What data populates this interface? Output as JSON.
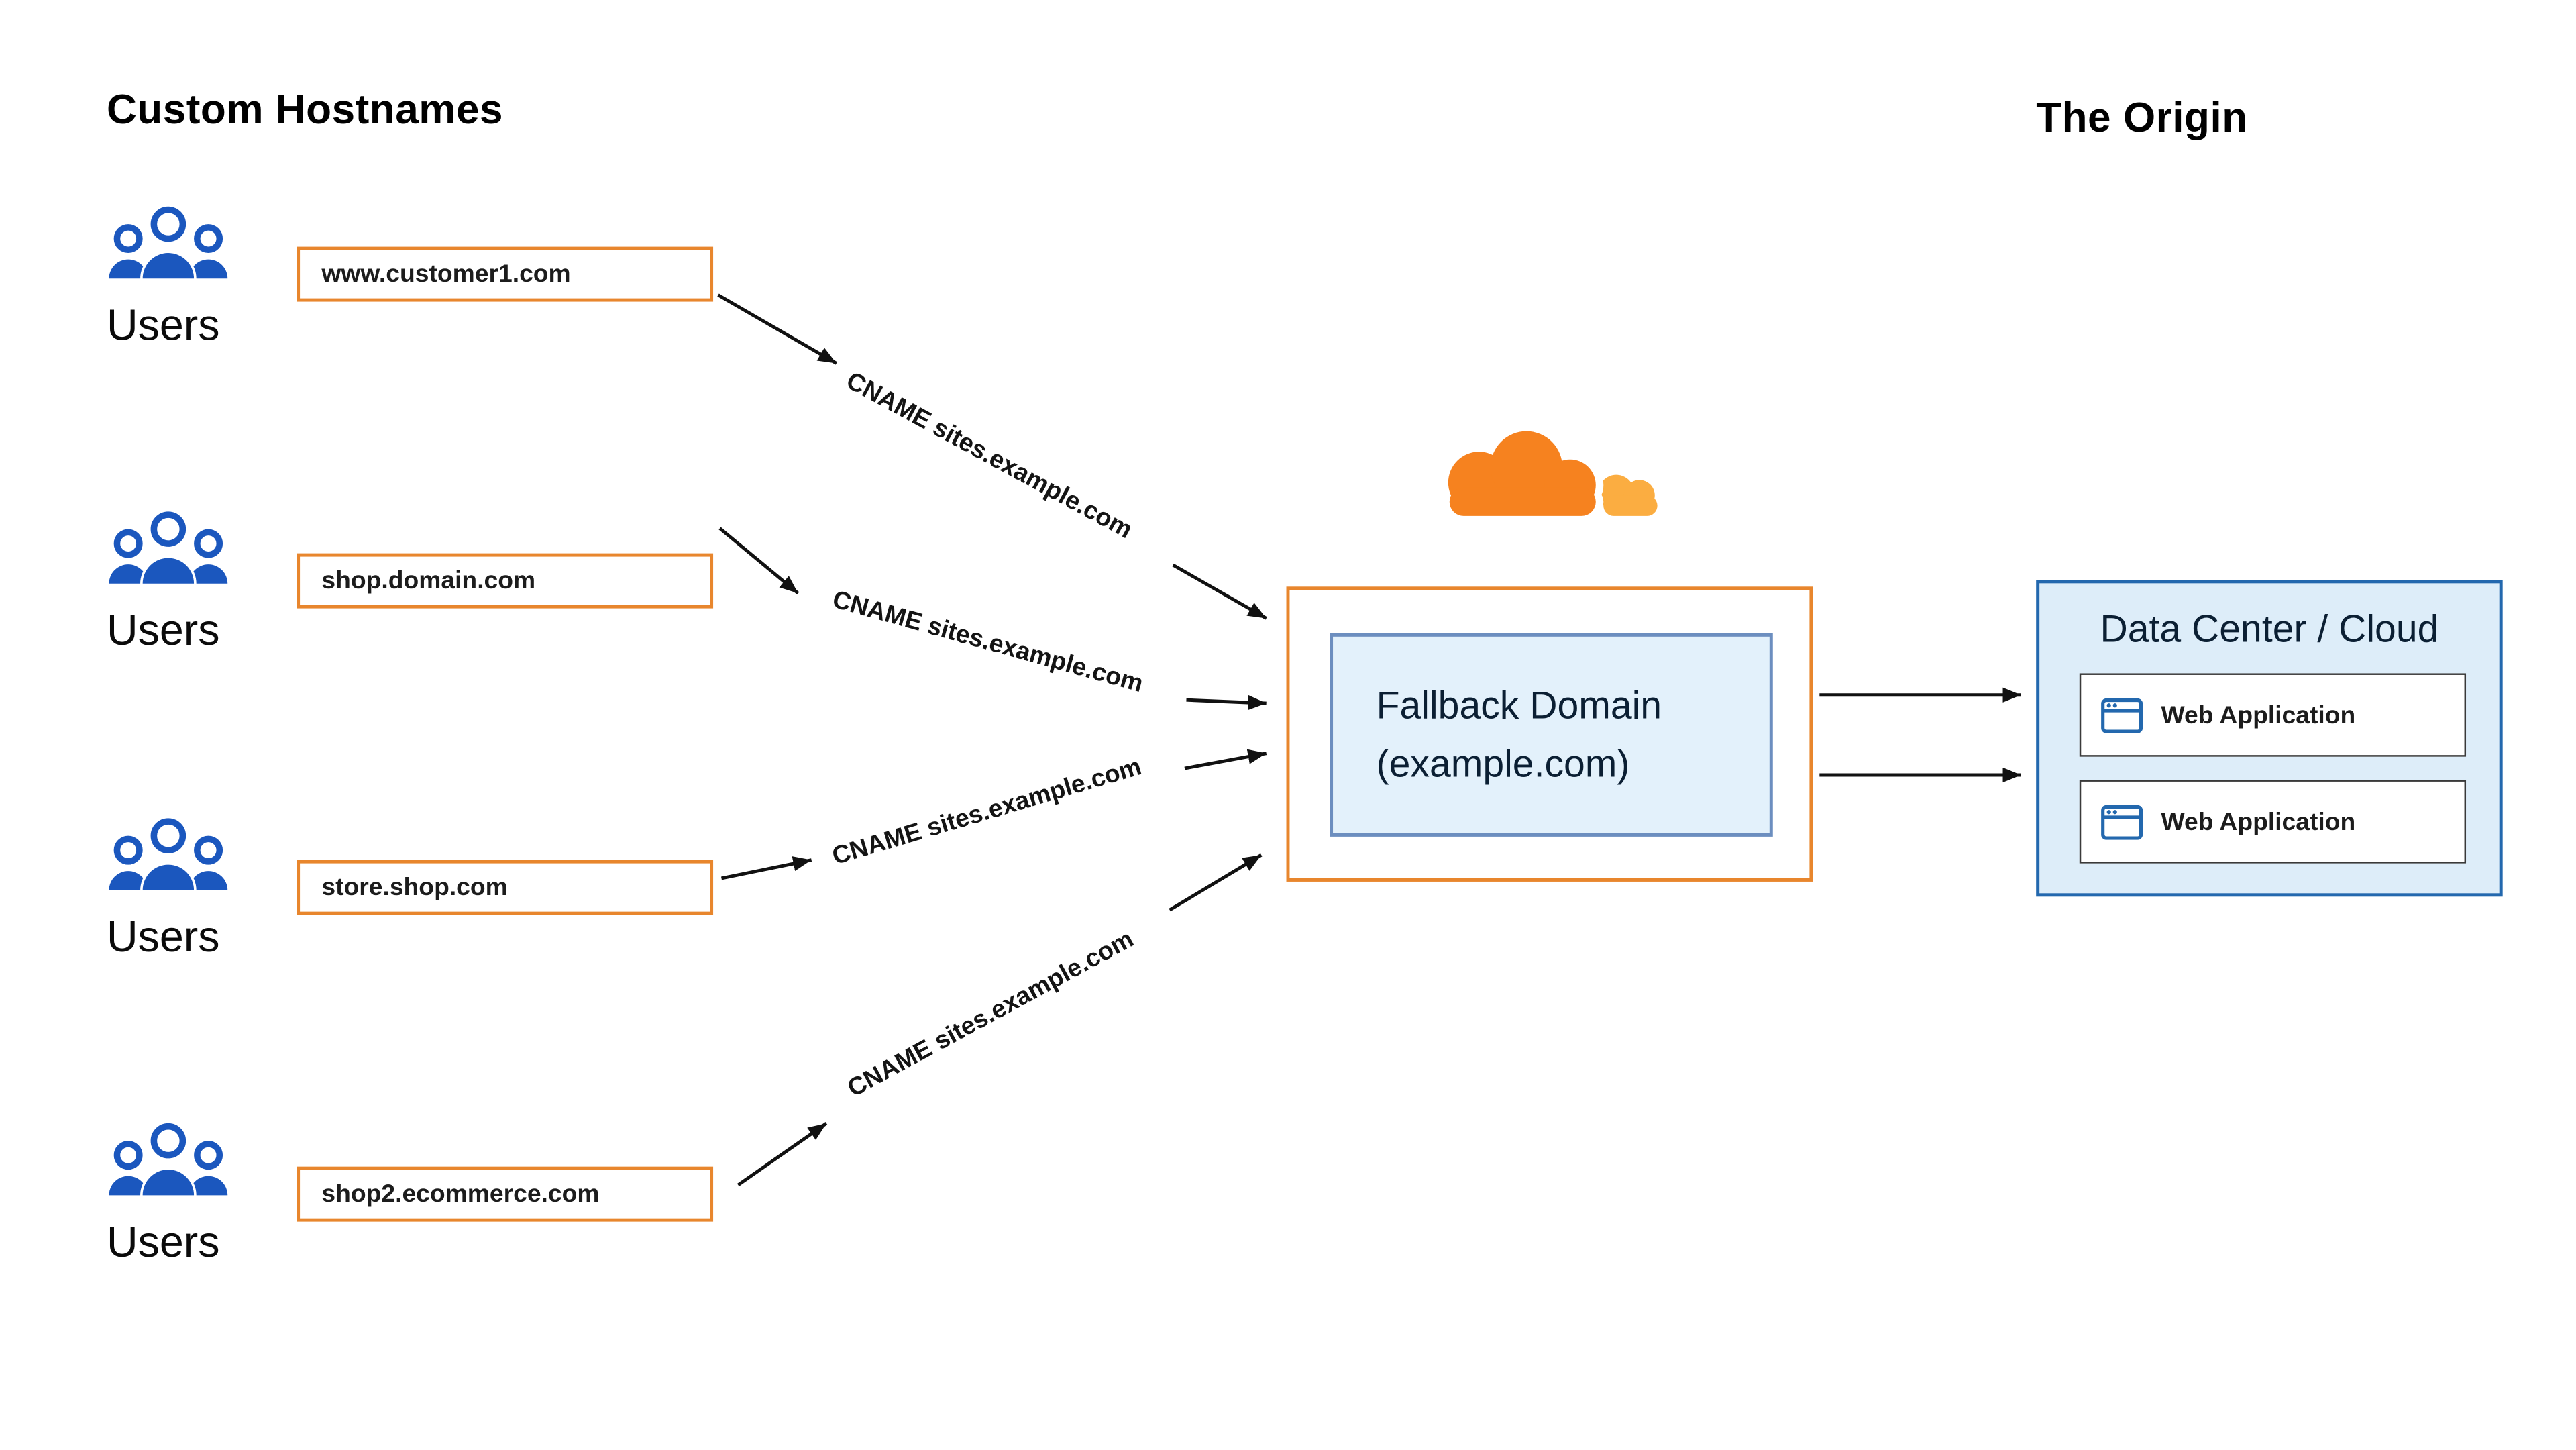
{
  "titles": {
    "left": "Custom Hostnames",
    "right": "The Origin"
  },
  "rows": [
    {
      "users_label": "Users",
      "hostname": "www.customer1.com",
      "cname": "CNAME sites.example.com"
    },
    {
      "users_label": "Users",
      "hostname": "shop.domain.com",
      "cname": "CNAME sites.example.com"
    },
    {
      "users_label": "Users",
      "hostname": "store.shop.com",
      "cname": "CNAME sites.example.com"
    },
    {
      "users_label": "Users",
      "hostname": "shop2.ecommerce.com",
      "cname": "CNAME sites.example.com"
    }
  ],
  "fallback": {
    "line1": "Fallback Domain",
    "line2": "(example.com)"
  },
  "origin": {
    "title": "Data Center / Cloud",
    "apps": [
      {
        "label": "Web Application"
      },
      {
        "label": "Web Application"
      }
    ]
  },
  "icons": {
    "users": "users-group-icon",
    "cloudflare": "cloudflare-logo",
    "web_app": "browser-window-icon"
  },
  "colors": {
    "orange": "#E8862D",
    "cloud_orange": "#F6821F",
    "cloud_orange_light": "#FBAD41",
    "user_blue": "#1B57BE",
    "panel_fill": "#E3F1FB",
    "panel_border": "#6c8ebf",
    "origin_fill": "#DDEDF9",
    "origin_border": "#2368AE",
    "arrow": "#111111"
  }
}
